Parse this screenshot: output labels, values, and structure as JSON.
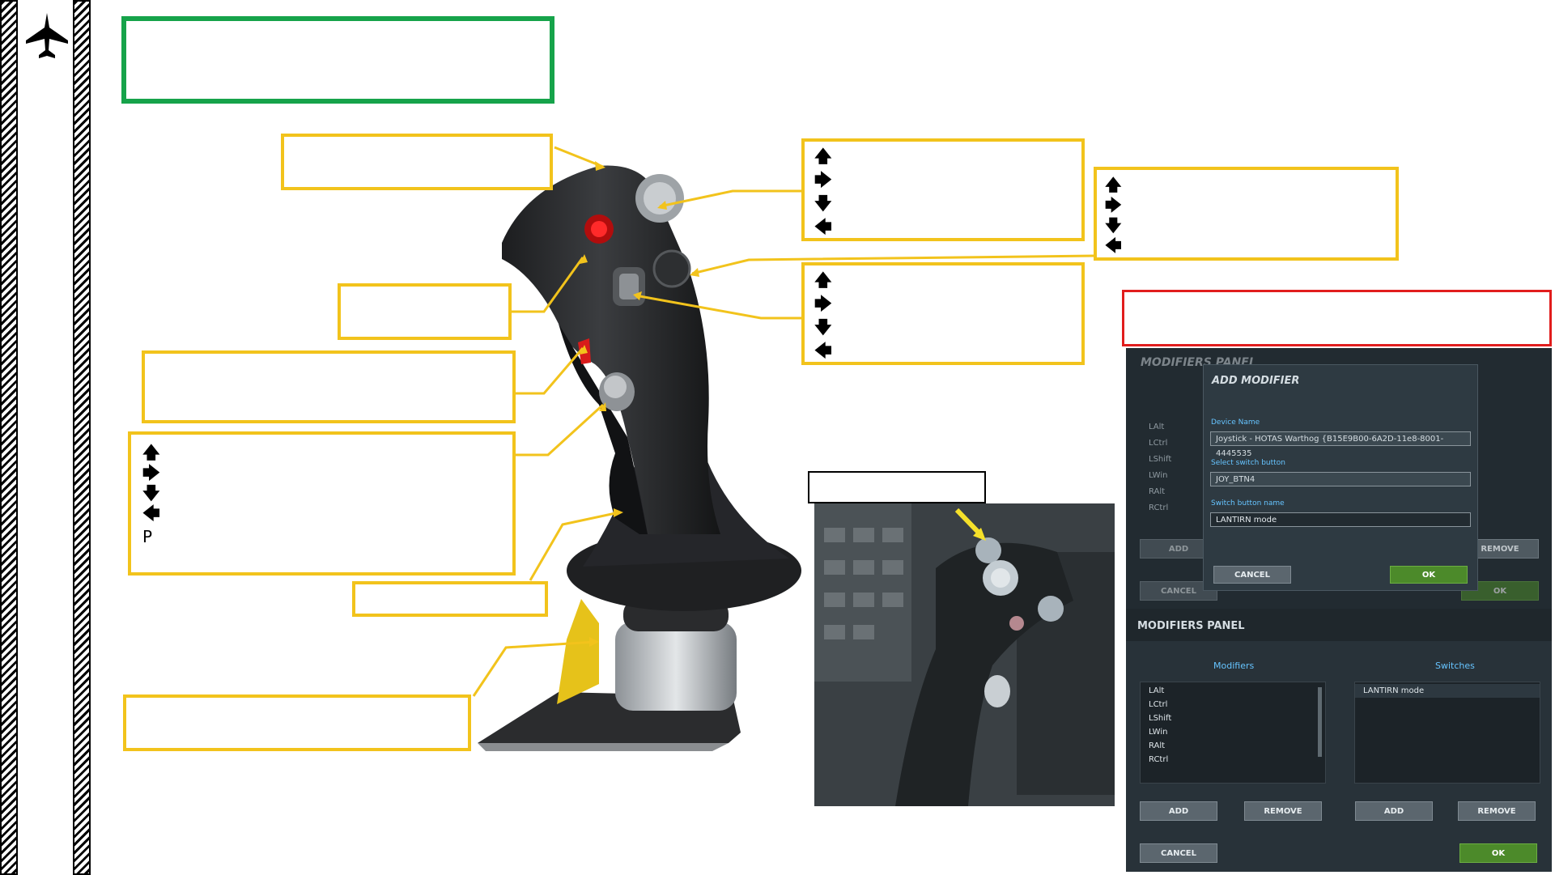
{
  "side_icon": "fighter-jet-icon",
  "arrows": [
    "🡅",
    "🡆",
    "🡇",
    "🡄"
  ],
  "left_group_extra": "P",
  "colors": {
    "title_box": "#16a34a",
    "callout": "#f2c31c",
    "warning_box": "#e11d1d"
  },
  "photo_image": "cockpit-throttle-hat-photo",
  "modifiers_panel_bg": {
    "title": "MODIFIERS PANEL",
    "side_items": [
      "LAlt",
      "LCtrl",
      "LShift",
      "LWin",
      "RAlt",
      "RCtrl"
    ],
    "add": "ADD",
    "remove": "REMOVE",
    "cancel": "CANCEL",
    "ok": "OK"
  },
  "add_modifier": {
    "title": "ADD MODIFIER",
    "device_label": "Device Name",
    "device_value": "Joystick - HOTAS Warthog {B15E9B00-6A2D-11e8-8001-4445535",
    "switch_label": "Select switch button",
    "switch_value": "JOY_BTN4",
    "name_label": "Switch button name",
    "name_value": "LANTIRN mode",
    "cancel": "CANCEL",
    "ok": "OK"
  },
  "modifiers_panel": {
    "title": "MODIFIERS PANEL",
    "modifiers_header": "Modifiers",
    "switches_header": "Switches",
    "modifiers": [
      "LAlt",
      "LCtrl",
      "LShift",
      "LWin",
      "RAlt",
      "RCtrl"
    ],
    "switches": [
      "LANTIRN mode"
    ],
    "add": "ADD",
    "remove": "REMOVE",
    "add2": "ADD",
    "remove2": "REMOVE",
    "cancel": "CANCEL",
    "ok": "OK"
  }
}
